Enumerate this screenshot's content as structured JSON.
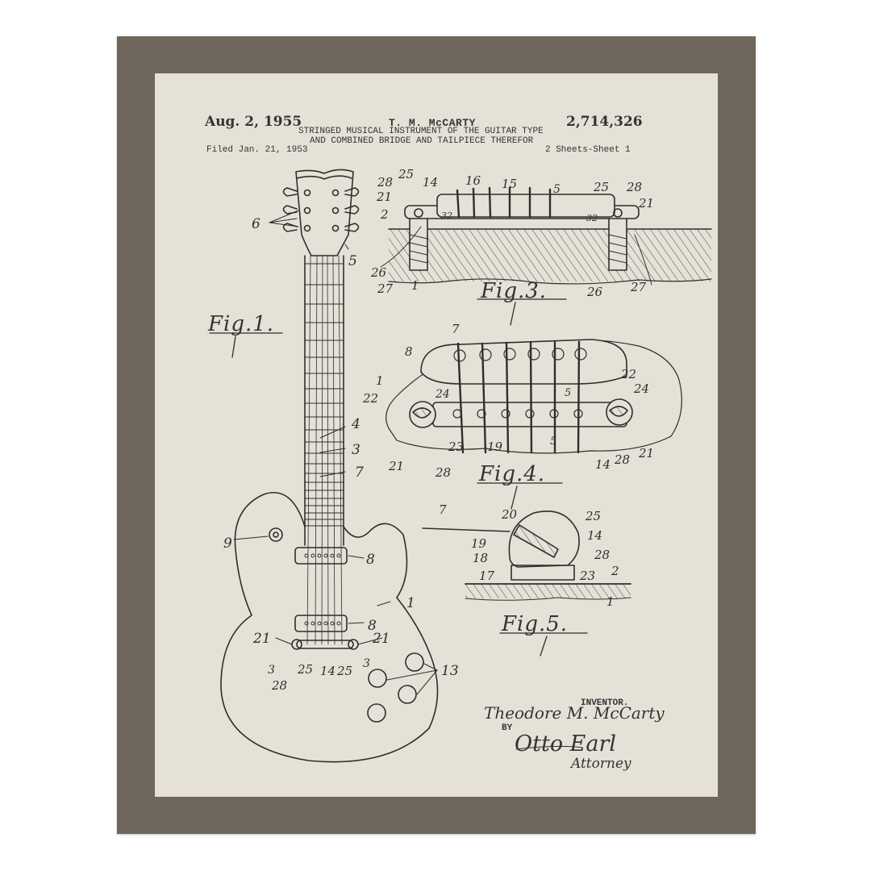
{
  "header": {
    "date": "Aug. 2, 1955",
    "inventor_name": "T. M. McCARTY",
    "patent_number": "2,714,326",
    "title_line1": "STRINGED MUSICAL INSTRUMENT OF THE GUITAR TYPE",
    "title_line2": "AND COMBINED BRIDGE AND TAILPIECE THEREFOR",
    "filed": "Filed Jan. 21, 1953",
    "sheets": "2 Sheets-Sheet 1"
  },
  "figures": {
    "fig1": "Fig.1.",
    "fig3": "Fig.3.",
    "fig4": "Fig.4.",
    "fig5": "Fig.5."
  },
  "signature": {
    "inventor_label": "INVENTOR.",
    "inventor_signature": "Theodore M. McCarty",
    "by": "BY",
    "attorney_signature": "Otto Earl",
    "attorney_label": "Attorney"
  },
  "labels": {
    "fig1": [
      "6",
      "5",
      "4",
      "3",
      "7",
      "9",
      "8",
      "1",
      "8",
      "21",
      "21",
      "3",
      "25",
      "14",
      "25",
      "3",
      "28",
      "13"
    ],
    "fig3": [
      "28",
      "25",
      "14",
      "16",
      "15",
      "5",
      "25",
      "28",
      "21",
      "21",
      "2",
      "32",
      "32",
      "26",
      "27",
      "1",
      "26",
      "27"
    ],
    "fig4": [
      "7",
      "8",
      "1",
      "22",
      "24",
      "22",
      "24",
      "5",
      "5",
      "21",
      "23",
      "19",
      "28",
      "14",
      "28",
      "21"
    ],
    "fig5": [
      "7",
      "20",
      "25",
      "14",
      "19",
      "18",
      "28",
      "17",
      "23",
      "2",
      "1"
    ]
  },
  "colors": {
    "frame": "#6f665c",
    "paper": "#e5e1d7",
    "ink": "#333333"
  }
}
